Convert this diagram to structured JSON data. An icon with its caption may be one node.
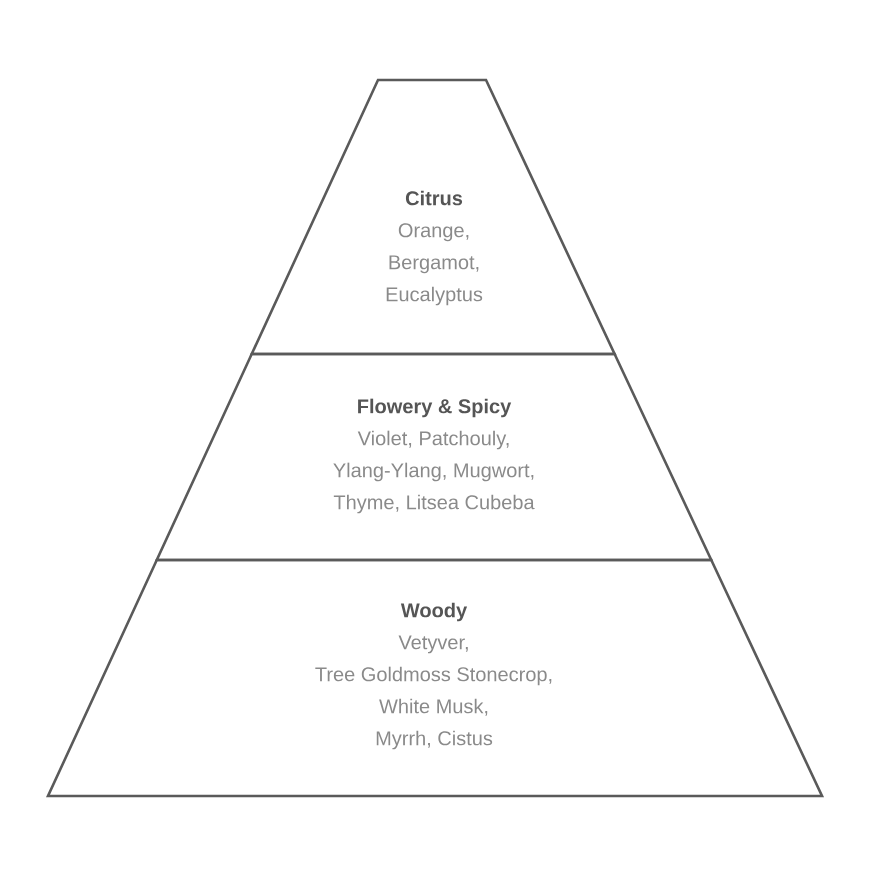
{
  "diagram": {
    "nodes": [
      {
        "text": [
          "Citrus",
          "Orange, Bergamot, Eucalyptus"
        ]
      },
      {
        "text": [
          "Flowery & Spicy",
          "Violet, Patchouly, Ylang-Ylang, Mugwort, Thyme, Litsea Cubeba"
        ]
      },
      {
        "text": [
          "Woody",
          "Vetyver, Tree Goldmoss Stonecrop, White Musk, Myrrh, Cistus"
        ]
      }
    ]
  }
}
